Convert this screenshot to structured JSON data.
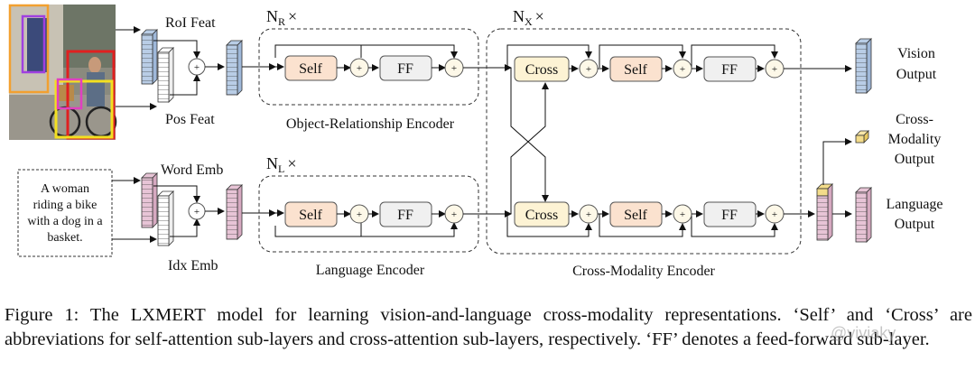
{
  "figure": {
    "labels": {
      "roi_feat": "RoI Feat",
      "pos_feat": "Pos Feat",
      "word_emb": "Word Emb",
      "idx_emb": "Idx Emb",
      "n_r": "N",
      "n_r_sub": "R",
      "n_l": "N",
      "n_l_sub": "L",
      "n_x": "N",
      "n_x_sub": "X",
      "times": "×",
      "object_encoder": "Object-Relationship Encoder",
      "language_encoder": "Language Encoder",
      "cross_encoder": "Cross-Modality Encoder",
      "vision_output_1": "Vision",
      "vision_output_2": "Output",
      "cross_output_1": "Cross-",
      "cross_output_2": "Modality",
      "cross_output_3": "Output",
      "language_output_1": "Language",
      "language_output_2": "Output",
      "sentence": [
        "A woman",
        "riding a bike",
        "with a dog in a",
        "basket."
      ],
      "self": "Self",
      "cross": "Cross",
      "ff": "FF",
      "plus": "+"
    },
    "colors": {
      "vision_feature": "#b9cde6",
      "language_feature": "#e7c4d6",
      "self_block": "#fbe2cf",
      "cross_block": "#fdf3d4",
      "ff_block": "#f0f0f0",
      "plus_fill": "#fdf8e8",
      "cross_modal_feature": "#f3dc8a"
    }
  },
  "caption": {
    "text": "Figure 1: The LXMERT model for learning vision-and-language cross-modality representations. ‘Self’ and ‘Cross’ are abbreviations for self-attention sub-layers and cross-attention sub-layers, respectively. ‘FF’ denotes a feed-forward sub-layer."
  },
  "watermark": "@viviaky"
}
